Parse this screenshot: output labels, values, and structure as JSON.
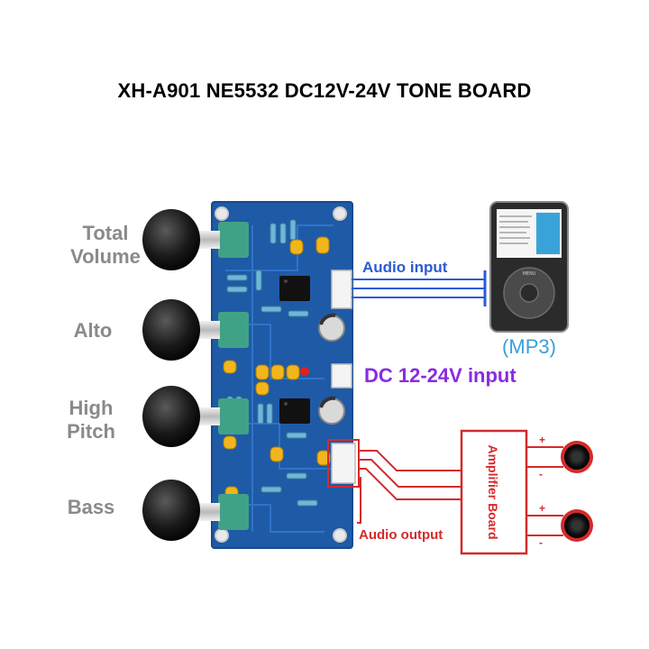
{
  "title": "XH-A901 NE5532 DC12V-24V TONE BOARD",
  "knobs": [
    {
      "label_line1": "Total",
      "label_line2": "Volume"
    },
    {
      "label_line1": "Alto",
      "label_line2": ""
    },
    {
      "label_line1": "High",
      "label_line2": "Pitch"
    },
    {
      "label_line1": "Bass",
      "label_line2": ""
    }
  ],
  "audio_input": "Audio input",
  "dc_input": "DC 12-24V input",
  "audio_output": "Audio output",
  "mp3_label": "(MP3)",
  "amplifier_label": "Amplifier Board",
  "player_menu": "MENU",
  "polarity": {
    "plus": "+",
    "minus": "-"
  },
  "colors": {
    "input_wire": "#2a5bd7",
    "dc_text": "#8a2be2",
    "output_wire": "#d42a2a",
    "mp3_text": "#3aa0d8",
    "pcb": "#1f5aa6"
  }
}
